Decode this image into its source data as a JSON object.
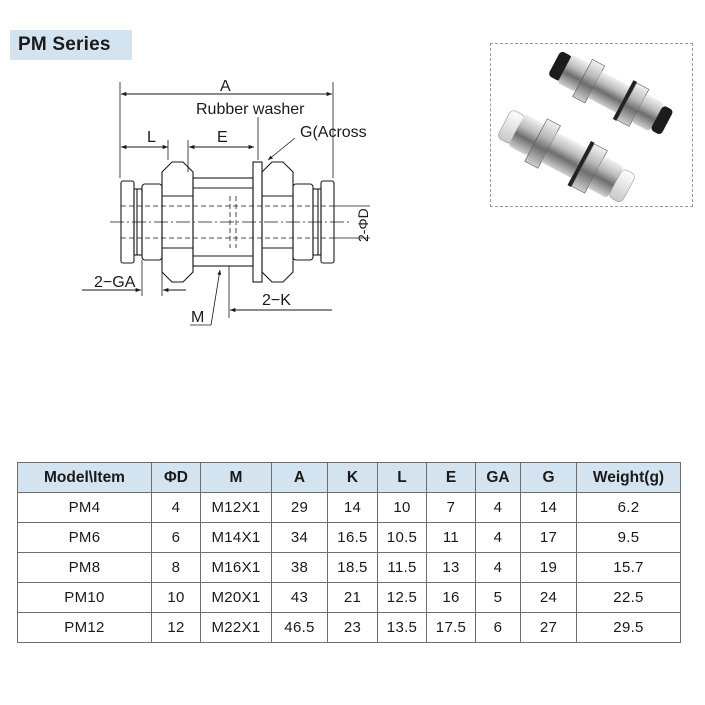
{
  "series_title": "PM Series",
  "drawing_labels": {
    "a": "A",
    "rubber_washer": "Rubber washer",
    "l": "L",
    "e": "E",
    "g_across_flat": "G(Across flat)",
    "phi_d": "2-ΦD",
    "ga": "2−GA",
    "k": "2−K",
    "m": "M"
  },
  "photo": {
    "icon": "bulkhead-union-fittings-photo"
  },
  "table": {
    "headers": [
      "Model\\Item",
      "ΦD",
      "M",
      "A",
      "K",
      "L",
      "E",
      "GA",
      "G",
      "Weight(g)"
    ],
    "rows": [
      [
        "PM4",
        "4",
        "M12X1",
        "29",
        "14",
        "10",
        "7",
        "4",
        "14",
        "6.2"
      ],
      [
        "PM6",
        "6",
        "M14X1",
        "34",
        "16.5",
        "10.5",
        "11",
        "4",
        "17",
        "9.5"
      ],
      [
        "PM8",
        "8",
        "M16X1",
        "38",
        "18.5",
        "11.5",
        "13",
        "4",
        "19",
        "15.7"
      ],
      [
        "PM10",
        "10",
        "M20X1",
        "43",
        "21",
        "12.5",
        "16",
        "5",
        "24",
        "22.5"
      ],
      [
        "PM12",
        "12",
        "M22X1",
        "46.5",
        "23",
        "13.5",
        "17.5",
        "6",
        "27",
        "29.5"
      ]
    ]
  },
  "colors": {
    "header_bg": "#d3e3f0",
    "title_bg": "#d3e3f0"
  }
}
